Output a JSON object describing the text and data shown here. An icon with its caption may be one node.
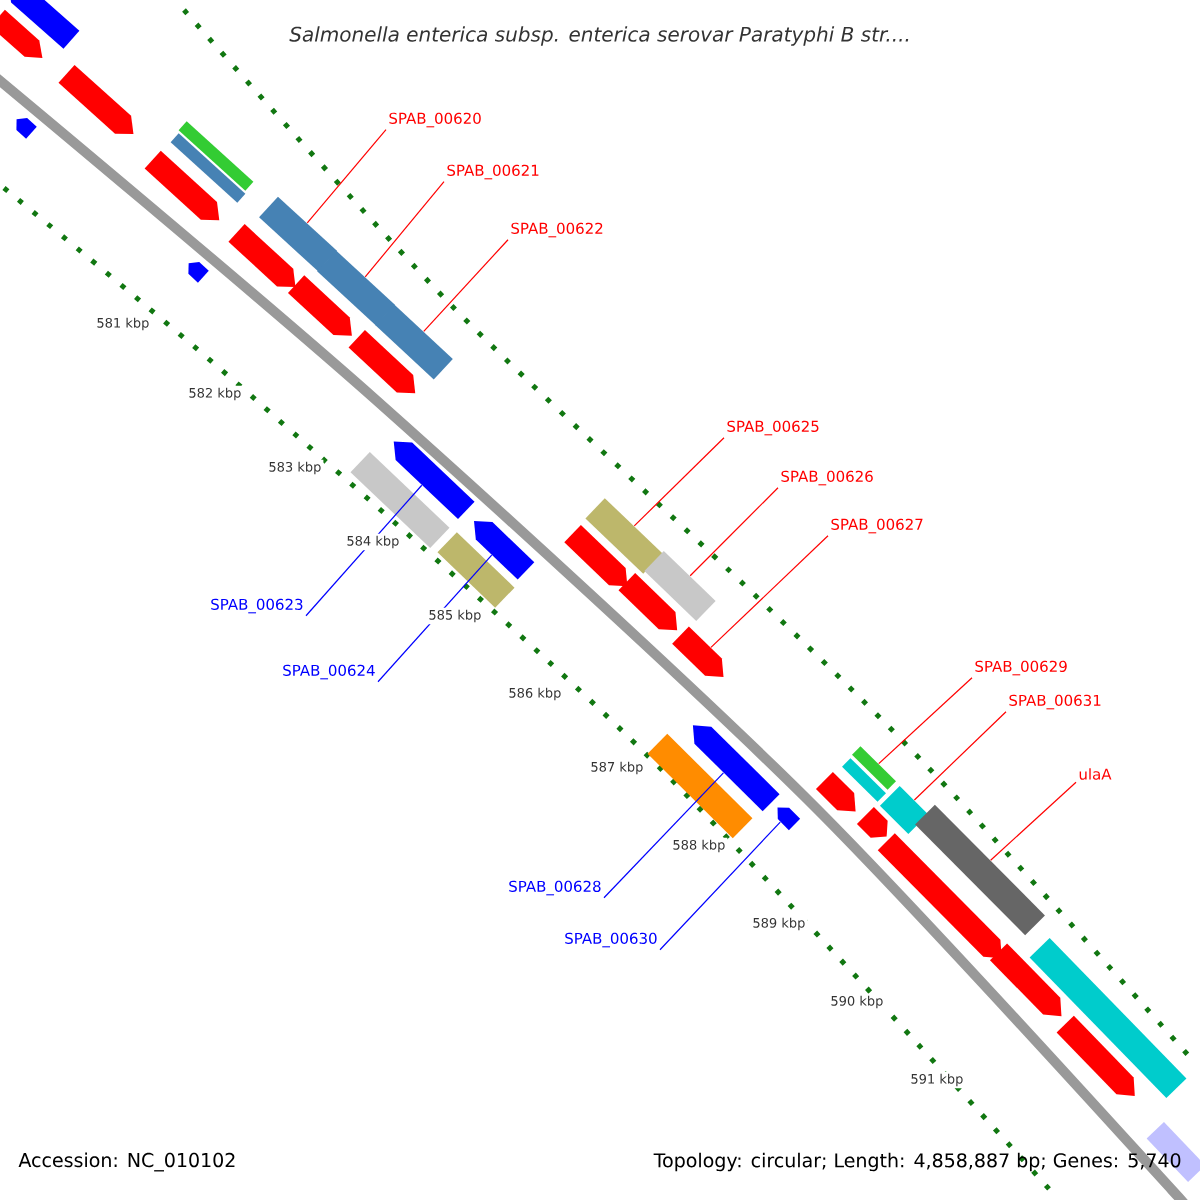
{
  "diagram": {
    "title": "*Salmonella enterica* subsp. *enterica* serovar *Paratyphi* B str....",
    "nodes": [
      {
        "text": [
          "SPAB_00620"
        ]
      },
      {
        "text": [
          "SPAB_00621"
        ]
      },
      {
        "text": [
          "SPAB_00622"
        ]
      },
      {
        "text": [
          "SPAB_00623"
        ]
      },
      {
        "text": [
          "SPAB_00624"
        ]
      },
      {
        "text": [
          "SPAB_00625"
        ]
      },
      {
        "text": [
          "SPAB_00626"
        ]
      },
      {
        "text": [
          "SPAB_00627"
        ]
      },
      {
        "text": [
          "SPAB_00628"
        ]
      },
      {
        "text": [
          "SPAB_00629"
        ]
      },
      {
        "text": [
          "SPAB_00630"
        ]
      },
      {
        "text": [
          "SPAB_00631"
        ]
      },
      {
        "text": [
          "ulaA"
        ]
      },
      {
        "text": [],
        "shape": "arrow"
      },
      {
        "text": [],
        "shape": "arrow"
      },
      {
        "text": [],
        "shape": "arrow"
      },
      {
        "text": [],
        "shape": "arrow"
      },
      {
        "text": [],
        "shape": "bar"
      },
      {
        "text": [],
        "shape": "bar"
      },
      {
        "text": [],
        "shape": "arrow"
      },
      {
        "text": [],
        "shape": "bar"
      },
      {
        "text": [],
        "shape": "arrow"
      },
      {
        "text": [],
        "shape": "arrow"
      },
      {
        "text": [],
        "shape": "bar"
      },
      {
        "text": [],
        "shape": "arrow"
      },
      {
        "text": [],
        "shape": "bar"
      },
      {
        "text": [],
        "shape": "arrow"
      },
      {
        "text": [],
        "shape": "arrow"
      },
      {
        "text": [],
        "shape": "bar"
      },
      {
        "text": [],
        "shape": "bar"
      },
      {
        "text": [],
        "shape": "arrow"
      },
      {
        "text": [],
        "shape": "arrow"
      },
      {
        "text": [],
        "shape": "bar"
      },
      {
        "text": [],
        "shape": "bar"
      },
      {
        "text": [],
        "shape": "arrow"
      },
      {
        "text": [],
        "shape": "arrow"
      },
      {
        "text": [],
        "shape": "arrow"
      },
      {
        "text": [],
        "shape": "bar"
      },
      {
        "text": [],
        "shape": "bar"
      },
      {
        "text": [],
        "shape": "bar"
      },
      {
        "text": [],
        "shape": "arrow"
      },
      {
        "text": [],
        "shape": "bar"
      },
      {
        "text": [],
        "shape": "arrow"
      },
      {
        "text": [],
        "shape": "arrow"
      },
      {
        "text": [],
        "shape": "bar"
      },
      {
        "text": [],
        "shape": "arrow"
      },
      {
        "text": [],
        "shape": "arrow"
      },
      {
        "text": [],
        "shape": "bar"
      },
      {
        "text": [],
        "shape": "arrow"
      },
      {
        "text": [],
        "shape": "bar"
      }
    ],
    "edges": [
      {
        "from": 0,
        "to": 20,
        "arrow": "none"
      },
      {
        "from": 1,
        "to": 23,
        "arrow": "none"
      },
      {
        "from": 2,
        "to": 25,
        "arrow": "none"
      },
      {
        "from": 3,
        "to": 27,
        "arrow": "none",
        "color": "#0000ff"
      },
      {
        "from": 4,
        "to": 30,
        "arrow": "none",
        "color": "#0000ff"
      },
      {
        "from": 5,
        "to": 29,
        "arrow": "none"
      },
      {
        "from": 6,
        "to": 33,
        "arrow": "none"
      },
      {
        "from": 7,
        "to": 35,
        "arrow": "none"
      },
      {
        "from": 8,
        "to": 36,
        "arrow": "none",
        "color": "#0000ff"
      },
      {
        "from": 9,
        "to": 37,
        "arrow": "none"
      },
      {
        "from": 10,
        "to": 42,
        "arrow": "none",
        "color": "#0000ff"
      },
      {
        "from": 11,
        "to": 41,
        "arrow": "none"
      },
      {
        "from": 12,
        "to": 44,
        "arrow": "none"
      }
    ],
    "labels": [
      "581 kbp",
      "582 kbp",
      "583 kbp",
      "584 kbp",
      "585 kbp",
      "586 kbp",
      "587 kbp",
      "588 kbp",
      "589 kbp",
      "590 kbp",
      "591 kbp",
      "Accession: NC_010102",
      "Topology: circular; Length: 4,858,887 bp; Genes: 5,740"
    ]
  }
}
